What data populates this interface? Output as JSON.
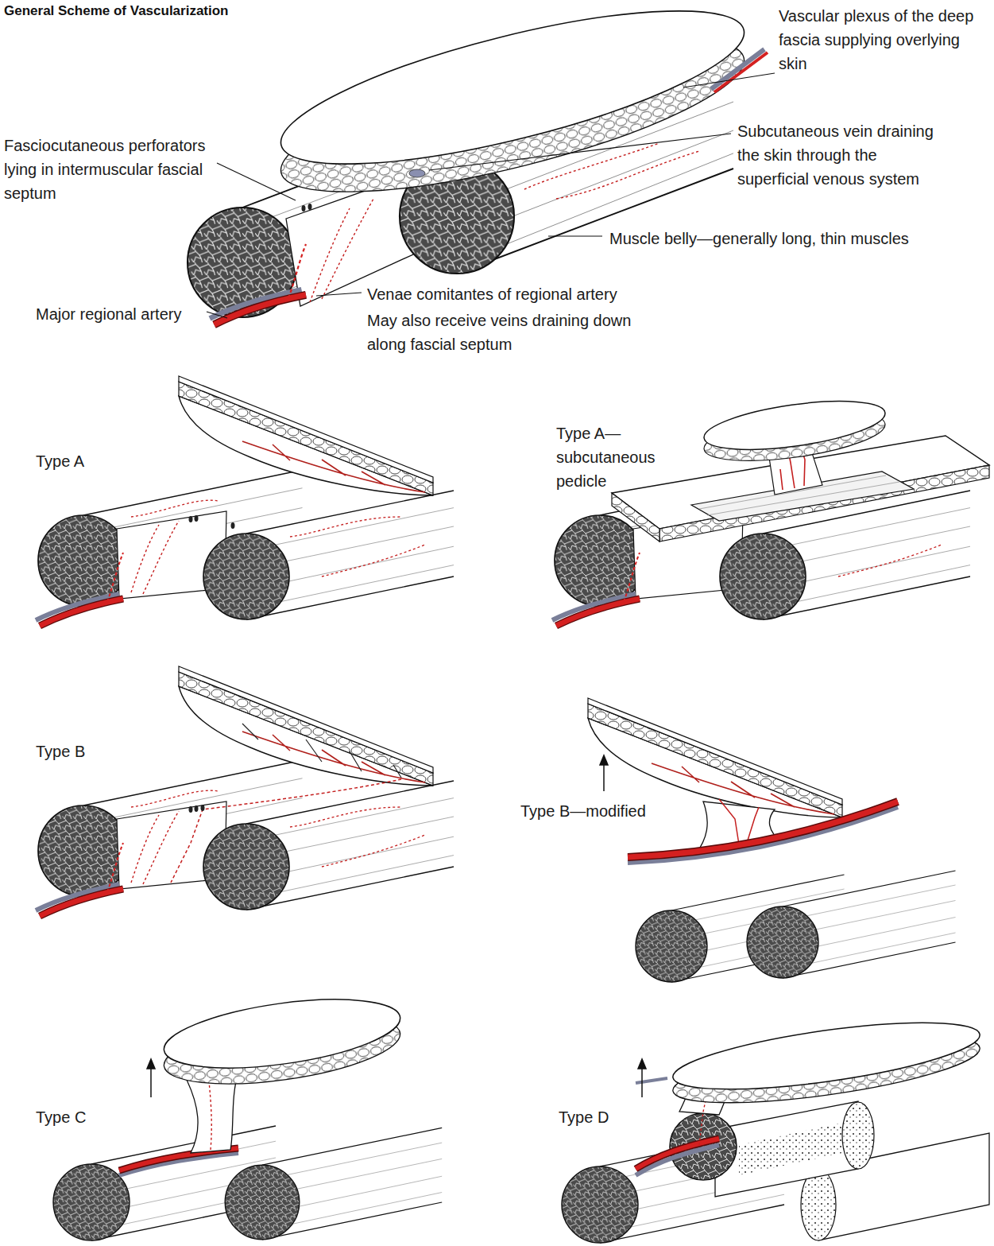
{
  "diagram": {
    "title": "General Scheme of Vascularization",
    "labels": [
      "Vascular plexus of the deep fascia supplying overlying skin",
      "Fasciocutaneous perforators lying in intermuscular fascial septum",
      "Subcutaneous vein draining the skin through the superficial venous system",
      "Muscle belly—generally long, thin muscles",
      "Major regional artery",
      "Venae comitantes of regional artery",
      "May also receive veins draining down along fascial septum",
      "Type A",
      "Type A—subcutaneous pedicle",
      "Type B",
      "Type B—modified",
      "Type C",
      "Type D"
    ]
  }
}
